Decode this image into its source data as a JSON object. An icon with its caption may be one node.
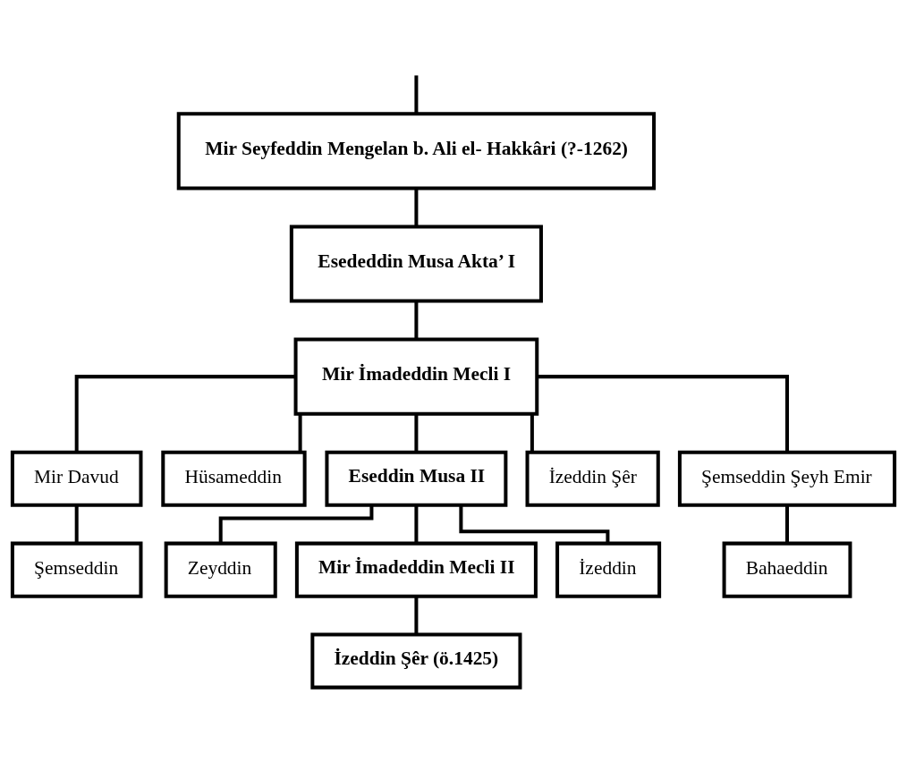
{
  "diagram": {
    "nodes": [
      {
        "text": [
          "Mir Seyfeddin Mengelan b. Ali el- Hakkâri (?-1262)"
        ]
      },
      {
        "text": [
          "Esededdin Musa Akta’ I"
        ]
      },
      {
        "text": [
          "Mir İmadeddin Mecli I"
        ]
      },
      {
        "text": [
          "Mir Davud"
        ]
      },
      {
        "text": [
          "Hüsameddin"
        ]
      },
      {
        "text": [
          "Eseddin Musa II"
        ]
      },
      {
        "text": [
          "İzeddin Şêr"
        ]
      },
      {
        "text": [
          "Şemseddin Şeyh Emir"
        ]
      },
      {
        "text": [
          "Şemseddin"
        ]
      },
      {
        "text": [
          "Zeyddin"
        ]
      },
      {
        "text": [
          "Mir İmadeddin Mecli II"
        ]
      },
      {
        "text": [
          "İzeddin"
        ]
      },
      {
        "text": [
          "Bahaeddin"
        ]
      },
      {
        "text": [
          "İzeddin Şêr (ö.1425)"
        ]
      }
    ],
    "edges": [
      {
        "from": null,
        "to": 0,
        "arrow": "none"
      },
      {
        "from": 0,
        "to": 1,
        "arrow": "none"
      },
      {
        "from": 1,
        "to": 2,
        "arrow": "none"
      },
      {
        "from": 2,
        "to": 3,
        "arrow": "none"
      },
      {
        "from": 2,
        "to": 4,
        "arrow": "none"
      },
      {
        "from": 2,
        "to": 5,
        "arrow": "none"
      },
      {
        "from": 2,
        "to": 6,
        "arrow": "none"
      },
      {
        "from": 2,
        "to": 7,
        "arrow": "none"
      },
      {
        "from": 3,
        "to": 8,
        "arrow": "none"
      },
      {
        "from": 5,
        "to": 9,
        "arrow": "none"
      },
      {
        "from": 5,
        "to": 10,
        "arrow": "none"
      },
      {
        "from": 5,
        "to": 11,
        "arrow": "none"
      },
      {
        "from": 7,
        "to": 12,
        "arrow": "none"
      },
      {
        "from": 10,
        "to": 13,
        "arrow": "none"
      }
    ]
  }
}
